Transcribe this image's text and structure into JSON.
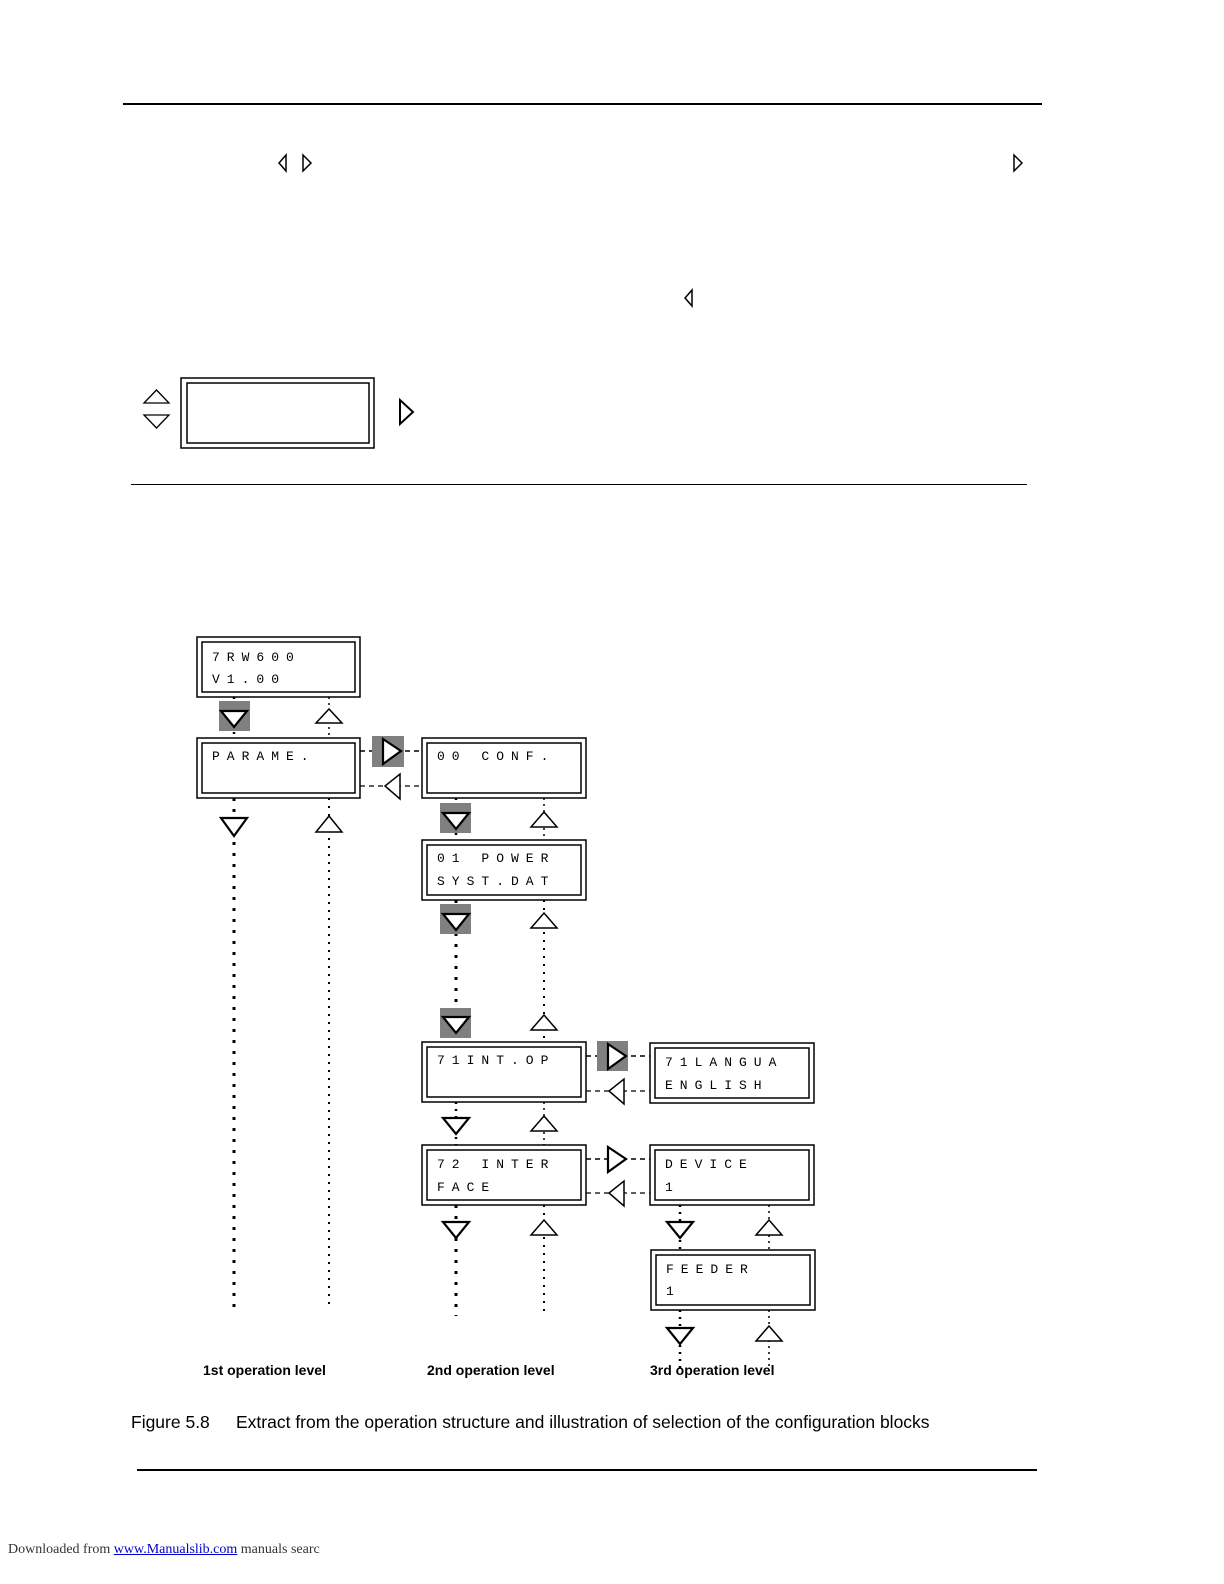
{
  "diagram": {
    "boxes": {
      "b0": {
        "line1": "7RW600",
        "line2": "V1.00"
      },
      "b1": {
        "line1": "PARAME.",
        "line2": ""
      },
      "b2": {
        "line1": "00 CONF.",
        "line2": ""
      },
      "b3": {
        "line1": "01 POWER",
        "line2": "SYST.DAT"
      },
      "b4": {
        "line1": "71INT.OP",
        "line2": ""
      },
      "b5": {
        "line1": "71LANGUA",
        "line2": "ENGLISH"
      },
      "b6": {
        "line1": "72 INTER",
        "line2": "FACE"
      },
      "b7": {
        "line1": "DEVICE",
        "line2": "1"
      },
      "b8": {
        "line1": "FEEDER",
        "line2": "1"
      }
    },
    "levels": [
      "1st operation level",
      "2nd operation level",
      "3rd operation level"
    ]
  },
  "caption": {
    "number": "Figure 5.8",
    "text": "Extract from the operation structure and illustration of selection of the configuration blocks"
  },
  "footer": {
    "prefix": "Downloaded from ",
    "link": "www.Manualslib.com",
    "suffix": " manuals searc"
  }
}
